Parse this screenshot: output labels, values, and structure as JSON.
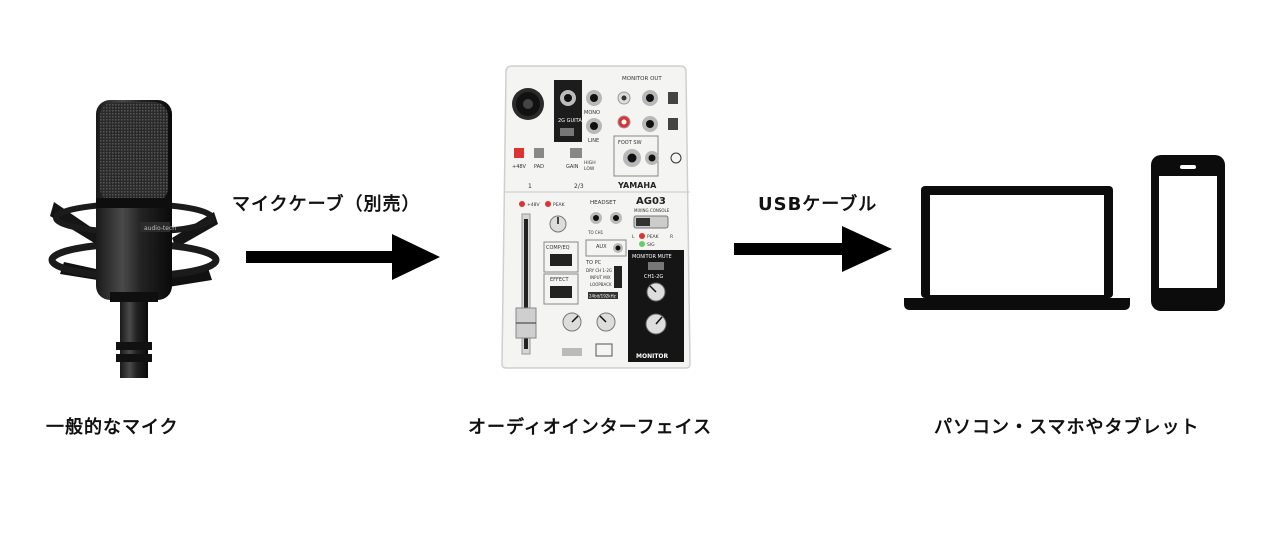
{
  "arrows": {
    "mic_cable": "マイクケーブ（別売）",
    "usb_cable": "USBケーブル"
  },
  "captions": {
    "microphone": "一般的なマイク",
    "interface": "オーディオインターフェイス",
    "devices": "パソコン・スマホやタブレット"
  },
  "mixer": {
    "brand": "YAMAHA",
    "model": "AG03",
    "subtitle": "MIXING CONSOLE",
    "monitor_out": "MONITOR OUT",
    "headset": "HEADSET",
    "guitar": "2G GUITAR",
    "mono": "MONO",
    "line": "LINE",
    "foot_sw": "FOOT SW",
    "plus48v": "+48V",
    "pad": "PAD",
    "gain": "GAIN",
    "high": "HIGH",
    "low": "LOW",
    "ch1": "1",
    "ch23": "2/3",
    "peak": "PEAK",
    "comp_eq": "COMP/EQ",
    "effect": "EFFECT",
    "aux": "AUX",
    "to_pc": "TO PC",
    "dry_ch": "DRY CH 1-2G",
    "input_mix": "INPUT MIX",
    "loopback": "LOOPBACK",
    "rate": "24bit/192kHz",
    "monitor_mute": "MONITOR MUTE",
    "ch1_2g": "CH1-2G",
    "monitor": "MONITOR",
    "sig": "SIG",
    "l": "L",
    "r": "R",
    "to_ch1": "TO CH1"
  },
  "colors": {
    "arrow": "#000000",
    "device": "#0c0c0c",
    "mixer_body": "#f3f3f1",
    "peak_led": "#d42b2b"
  }
}
